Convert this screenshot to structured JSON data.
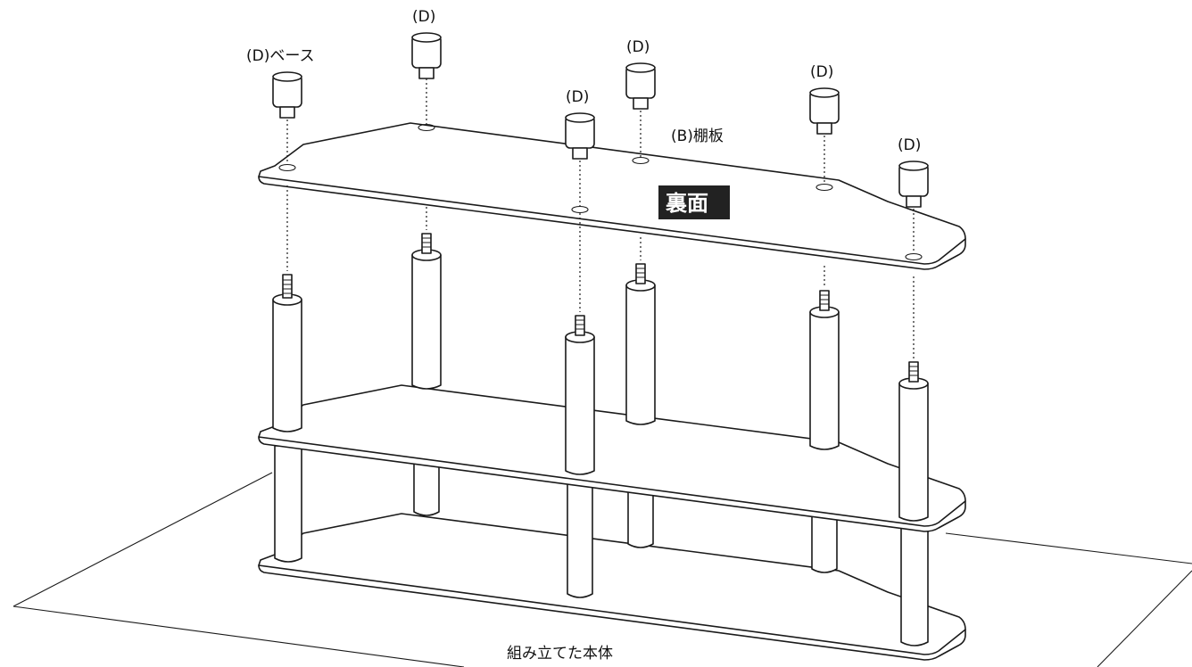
{
  "labels": {
    "base_1": "(D)ベース",
    "base_2": "(D)",
    "base_3": "(D)",
    "base_4": "(D)",
    "base_5": "(D)",
    "base_6": "(D)",
    "shelf": "(B)棚板",
    "underside": "裏面",
    "assembled": "組み立てた本体"
  },
  "colors": {
    "line": "#1a1a1a",
    "badge_bg": "#222222",
    "badge_text": "#ffffff"
  }
}
